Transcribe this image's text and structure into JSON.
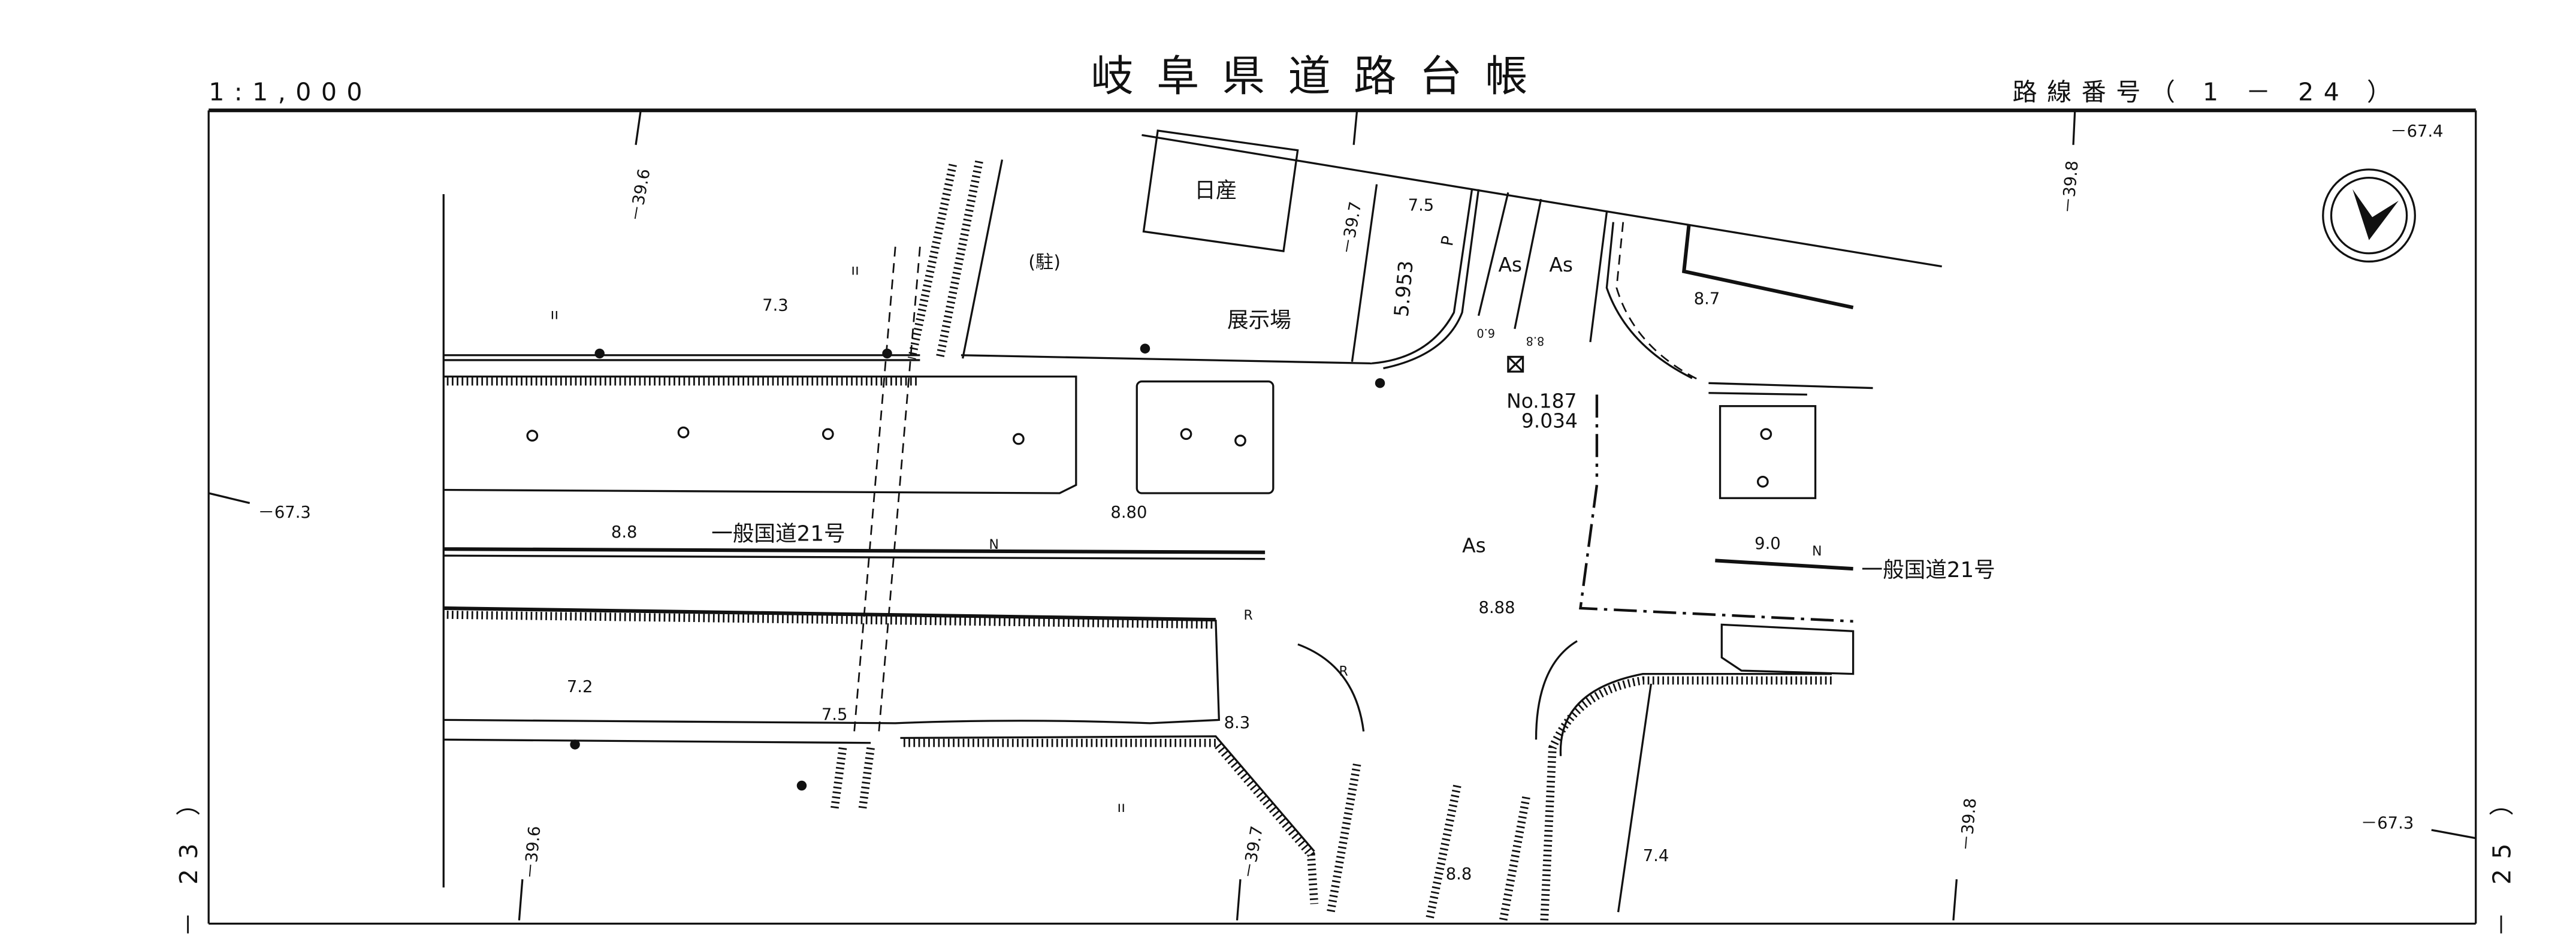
{
  "header": {
    "title": "岐阜県道路台帳",
    "scale": "1:1,000",
    "route_label": "路線番号（ 1 － 24 ）"
  },
  "sheet_refs": {
    "left": "－ 23 ）",
    "right": "－ 25 ）"
  },
  "buildings": {
    "nissan": "日産",
    "parking": "(駐)",
    "showroom": "展示場"
  },
  "roads": {
    "route_left": "一般国道21号",
    "route_right": "一般国道21号"
  },
  "surface": {
    "as1": "As",
    "as2": "As",
    "as3": "As"
  },
  "benchmark": {
    "id": "No.187",
    "elev": "9.034"
  },
  "elevations": [
    "7.3",
    "7.5",
    "8.7",
    "8.8",
    "8.80",
    "8.88",
    "9.0",
    "7.2",
    "7.5",
    "8.3",
    "8.8",
    "7.4",
    "5.953",
    "6.0",
    "8.8"
  ],
  "grid_labels": {
    "top_396": "－39.6",
    "top_397": "－39.7",
    "top_398": "－39.8",
    "top_674": "－67.4",
    "left_673": "－67.3",
    "bottom_396": "－39.6",
    "bottom_397": "－39.7",
    "bottom_398": "－39.8",
    "right_673": "－67.3"
  },
  "symbols": {
    "p": "P",
    "n": "N",
    "r": "R",
    "grass": "ıı"
  }
}
